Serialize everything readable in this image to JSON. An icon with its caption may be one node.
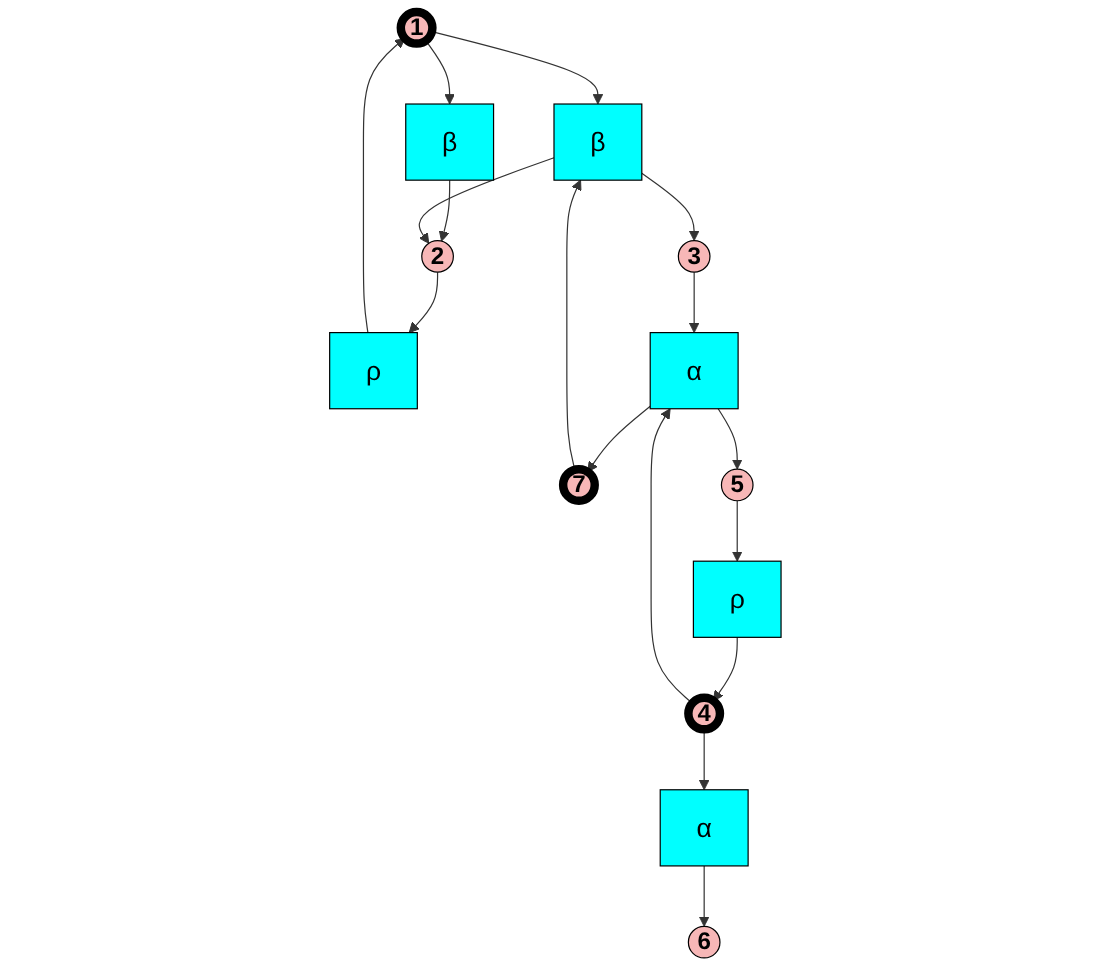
{
  "diagram": {
    "nodes": [
      {
        "text": [
          "1"
        ]
      },
      {
        "text": [
          "7"
        ]
      },
      {
        "text": [
          "ρ"
        ]
      },
      {
        "text": [
          "β"
        ]
      },
      {
        "text": [
          "β"
        ]
      },
      {
        "text": [
          "2"
        ]
      },
      {
        "text": [
          "3"
        ]
      },
      {
        "text": [
          "4"
        ]
      },
      {
        "text": [
          "α"
        ]
      },
      {
        "text": [
          "α"
        ]
      },
      {
        "text": [
          "ρ"
        ]
      },
      {
        "text": [
          "5"
        ]
      },
      {
        "text": [
          "6"
        ]
      }
    ],
    "edges": [
      {
        "from": 0,
        "to": 3,
        "arrow": "to"
      },
      {
        "from": 0,
        "to": 4,
        "arrow": "to"
      },
      {
        "from": 1,
        "to": 4,
        "arrow": "to"
      },
      {
        "from": 3,
        "to": 5,
        "arrow": "to"
      },
      {
        "from": 4,
        "to": 5,
        "arrow": "to"
      },
      {
        "from": 4,
        "to": 6,
        "arrow": "to"
      },
      {
        "from": 5,
        "to": 2,
        "arrow": "to"
      },
      {
        "from": 2,
        "to": 0,
        "arrow": "to"
      },
      {
        "from": 6,
        "to": 8,
        "arrow": "to"
      },
      {
        "from": 7,
        "to": 8,
        "arrow": "to"
      },
      {
        "from": 7,
        "to": 9,
        "arrow": "to"
      },
      {
        "from": 8,
        "to": 11,
        "arrow": "to"
      },
      {
        "from": 9,
        "to": 12,
        "arrow": "to"
      },
      {
        "from": 8,
        "to": 1,
        "arrow": "to"
      },
      {
        "from": 11,
        "to": 10,
        "arrow": "to"
      },
      {
        "from": 10,
        "to": 7,
        "arrow": "to"
      }
    ]
  }
}
